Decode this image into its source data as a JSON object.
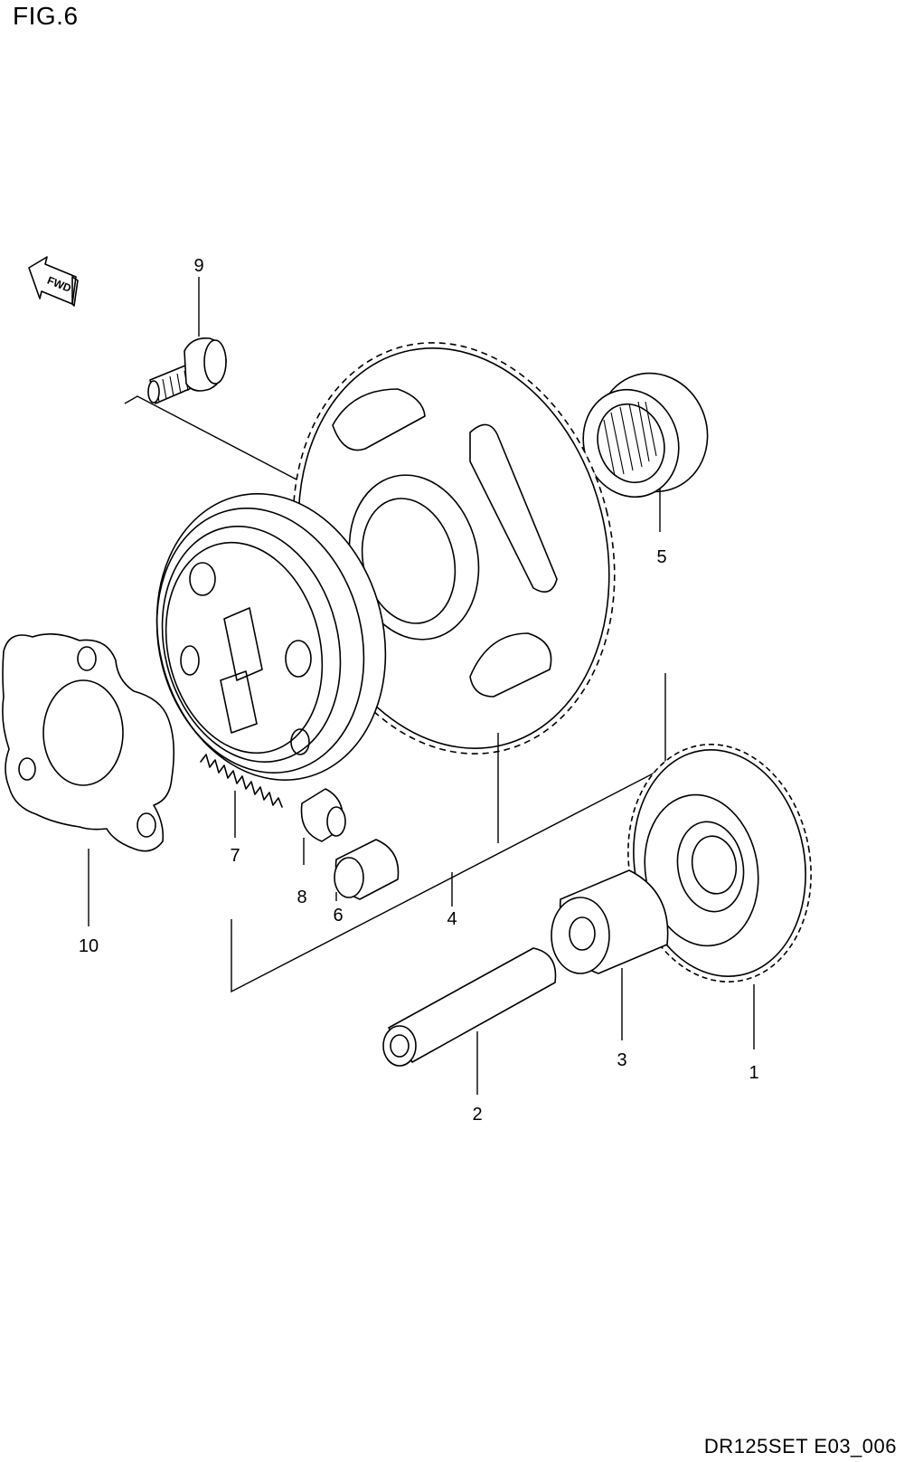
{
  "figure": {
    "title": "FIG.6",
    "drawing_code": "DR125SET E03_006"
  },
  "direction_marker": {
    "icon": "fwd-arrow-icon",
    "label": "FWD"
  },
  "callouts": [
    {
      "id": "1",
      "label": "1"
    },
    {
      "id": "2",
      "label": "2"
    },
    {
      "id": "3",
      "label": "3"
    },
    {
      "id": "4",
      "label": "4"
    },
    {
      "id": "5",
      "label": "5"
    },
    {
      "id": "6",
      "label": "6"
    },
    {
      "id": "7",
      "label": "7"
    },
    {
      "id": "8",
      "label": "8"
    },
    {
      "id": "9",
      "label": "9"
    },
    {
      "id": "10",
      "label": "10"
    }
  ]
}
